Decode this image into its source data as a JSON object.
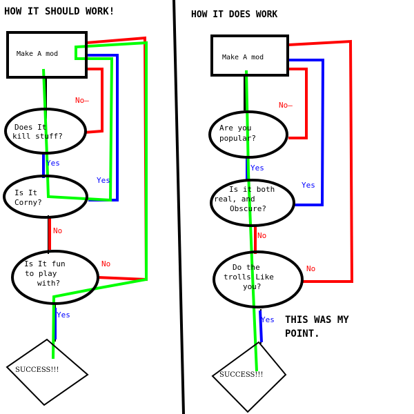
{
  "left": {
    "title": "HOW IT SHOULD WORK!",
    "box": "Make A mod",
    "q1": [
      "Does It",
      "kill stuff?"
    ],
    "q2": [
      "Is It",
      "Corny?"
    ],
    "q3": [
      "Is It fun",
      "to play",
      "with?"
    ],
    "success": "SUCCESS!!!",
    "labels": {
      "no1": "No—",
      "yes1": "Yes",
      "yes2": "Yes",
      "no2": "No",
      "no3": "No",
      "yes3": "Yes"
    }
  },
  "right": {
    "title": "HOW IT DOES WORK",
    "box": "Make A mod",
    "q1": [
      "Are you",
      "popular?"
    ],
    "q2": [
      "Is it both",
      "real, and",
      "Obscure?"
    ],
    "q3": [
      "Do the",
      "trolls Like",
      "you?"
    ],
    "success": "SUCCESS!!!",
    "labels": {
      "no1": "No—",
      "yes1": "Yes",
      "yes2": "Yes",
      "no2": "No",
      "no3": "No",
      "yes3": "Yes"
    },
    "point": [
      "THIS WAS MY",
      "POINT."
    ]
  },
  "colors": {
    "no": "#ff0000",
    "yes": "#0000ff",
    "path": "#00ff00",
    "ink": "#000000"
  }
}
